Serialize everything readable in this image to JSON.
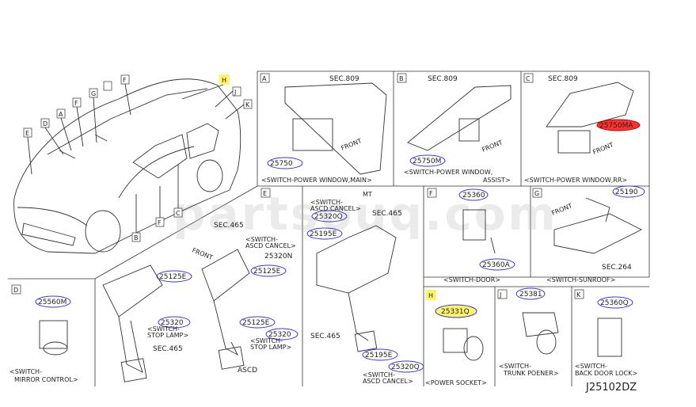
{
  "watermark": "partsouq.com",
  "diagram_code": "J25102DZ",
  "car_callouts": [
    "A",
    "B",
    "C",
    "D",
    "E",
    "F",
    "F",
    "F",
    "G",
    "H",
    "J",
    "K"
  ],
  "sections": {
    "A": {
      "letter": "A",
      "sec": "SEC.809",
      "part": "25750",
      "caption": "<SWITCH-POWER WINDOW,MAIN>",
      "front": "FRONT"
    },
    "B": {
      "letter": "B",
      "sec": "SEC.809",
      "part": "25750M",
      "caption1": "<SWITCH-POWER WINDOW,",
      "caption2": "ASSIST>",
      "front": "FRONT"
    },
    "C": {
      "letter": "C",
      "sec": "SEC.809",
      "part": "25750MA",
      "caption": "<SWITCH-POWER WINDOW,RR>",
      "front": "FRONT"
    },
    "D": {
      "letter": "D",
      "part": "25560M",
      "caption1": "<SWITCH-",
      "caption2": "MIRROR CONTROL>"
    },
    "E": {
      "letter": "E",
      "mt": "MT",
      "asc_caption1": "<SWITCH-",
      "asc_caption2": "ASCD CANCEL>",
      "sec465a": "SEC.465",
      "sec465b": "SEC.465",
      "sec465c": "SEC.465",
      "sec465d": "SEC.465",
      "part_25320Q": "25320Q",
      "part_25195E": "25195E",
      "part_25320N": "25320N",
      "part_25125E": "25125E",
      "part_25320": "25320",
      "stop1": "<SWITCH-",
      "stop2": "STOP LAMP>",
      "ascd": "ASCD",
      "front": "FRONT",
      "ascd_cancel1": "<SWITCH-",
      "ascd_cancel2": "ASCD CANCEL>"
    },
    "F": {
      "letter": "F",
      "part1": "25360",
      "part2": "25360A",
      "caption": "<SWITCH-DOOR>"
    },
    "G": {
      "letter": "G",
      "part": "25190",
      "sec": "SEC.264",
      "caption": "<SWITCH-SUNROOF>",
      "front": "FRONT"
    },
    "H": {
      "letter": "H",
      "part": "25331Q",
      "caption": "<POWER SOCKET>"
    },
    "J": {
      "letter": "J",
      "part": "25381",
      "caption1": "<SWITCH-",
      "caption2": "TRUNK POENER>"
    },
    "K": {
      "letter": "K",
      "part": "25360Q",
      "caption1": "<SWITCH-",
      "caption2": "BACK DOOR LOCK>"
    }
  }
}
